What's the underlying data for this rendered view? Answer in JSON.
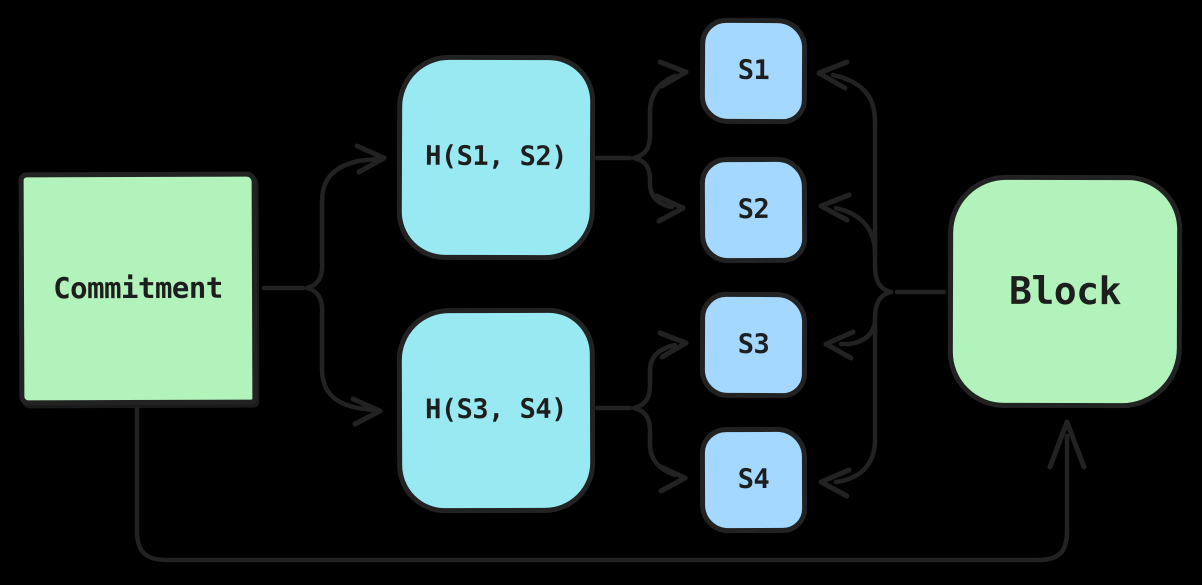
{
  "colors": {
    "background": "#000000",
    "stroke": "#222222",
    "text": "#1e1e1e",
    "green_fill": "#b2f2bb",
    "cyan_fill": "#99e9f2",
    "blue_fill": "#a5d8ff"
  },
  "nodes": {
    "commitment": {
      "label": "Commitment"
    },
    "hash_top": {
      "label": "H(S1, S2)"
    },
    "hash_bottom": {
      "label": "H(S3, S4)"
    },
    "s1": {
      "label": "S1"
    },
    "s2": {
      "label": "S2"
    },
    "s3": {
      "label": "S3"
    },
    "s4": {
      "label": "S4"
    },
    "block": {
      "label": "Block"
    }
  }
}
